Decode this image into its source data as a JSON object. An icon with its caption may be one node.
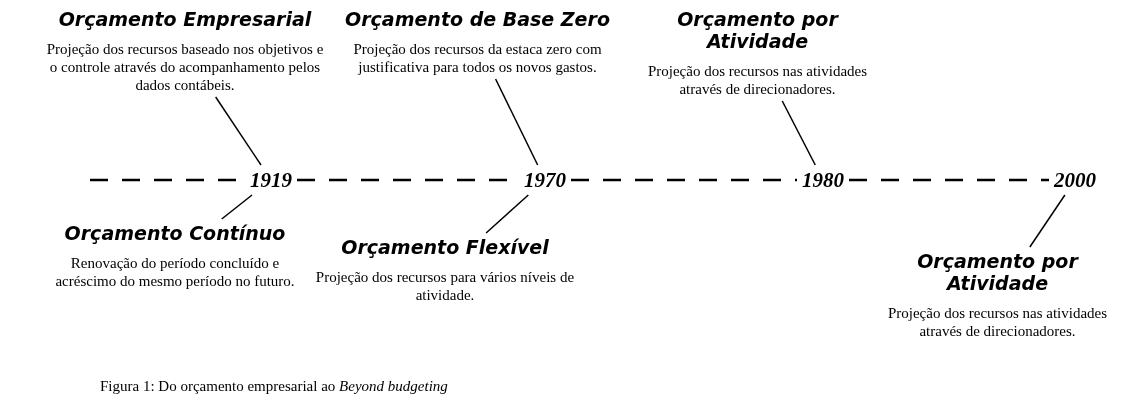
{
  "diagram": {
    "caption": "Figura 1: Do orçamento empresarial ao *Beyond budgeting*",
    "nodes": [
      {
        "text": [
          "Orçamento Empresarial",
          "Projeção dos recursos baseado nos objetivos e o controle através do acompanhamento pelos dados contábeis."
        ]
      },
      {
        "text": [
          "Orçamento de Base Zero",
          "Projeção dos recursos da estaca zero com justificativa para todos os novos gastos."
        ]
      },
      {
        "text": [
          "Orçamento por Atividade",
          "Projeção dos recursos nas atividades através de direcionadores."
        ]
      },
      {
        "text": [
          "1919"
        ]
      },
      {
        "text": [
          "1970"
        ]
      },
      {
        "text": [
          "1980"
        ]
      },
      {
        "text": [
          "2000"
        ]
      },
      {
        "text": [
          "Orçamento Contínuo",
          "Renovação do período concluído e acréscimo do mesmo período no futuro."
        ]
      },
      {
        "text": [
          "Orçamento Flexível",
          "Projeção dos recursos para vários níveis de atividade."
        ]
      },
      {
        "text": [
          "Orçamento por Atividade",
          "Projeção dos recursos nas atividades através de direcionadores."
        ]
      }
    ],
    "edges": [
      {
        "from": 3,
        "to": 0,
        "arrow": "none"
      },
      {
        "from": 3,
        "to": 7,
        "arrow": "none"
      },
      {
        "from": 4,
        "to": 1,
        "arrow": "none"
      },
      {
        "from": 4,
        "to": 8,
        "arrow": "none"
      },
      {
        "from": 5,
        "to": 2,
        "arrow": "none"
      },
      {
        "from": 6,
        "to": 9,
        "arrow": "none"
      },
      {
        "from": 3,
        "to": 4,
        "arrow": "none",
        "style": "dashed"
      },
      {
        "from": 4,
        "to": 5,
        "arrow": "none",
        "style": "dashed"
      },
      {
        "from": 5,
        "to": 6,
        "arrow": "none",
        "style": "dashed"
      }
    ]
  }
}
